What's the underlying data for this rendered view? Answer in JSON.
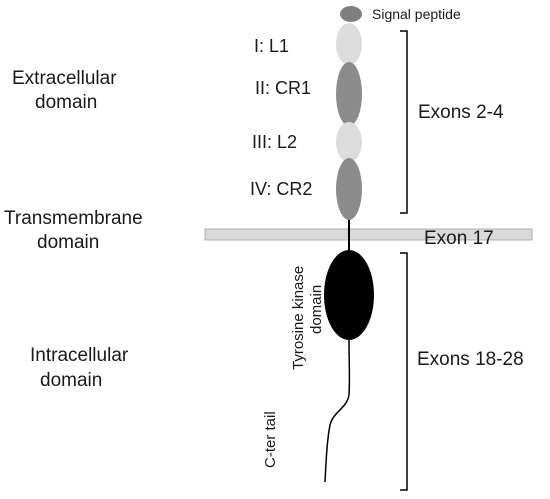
{
  "regions": {
    "extracellular_line1": "Extracellular",
    "extracellular_line2": "domain",
    "transmembrane_line1": "Transmembrane",
    "transmembrane_line2": "domain",
    "intracellular_line1": "Intracellular",
    "intracellular_line2": "domain"
  },
  "subdomains": {
    "signal_peptide": "Signal peptide",
    "l1": "I: L1",
    "cr1": "II: CR1",
    "l2": "III: L2",
    "cr2": "IV: CR2",
    "tk_line1": "Tyrosine kinase",
    "tk_line2": "domain",
    "ctail": "C-ter tail"
  },
  "exons": {
    "extracellular": "Exons 2-4",
    "transmembrane": "Exon 17",
    "intracellular": "Exons 18-28"
  },
  "colors": {
    "signal_peptide": "#7f7f7f",
    "light_domain": "#dcdcdc",
    "cysteine_rich": "#8c8c8c",
    "membrane": "#d9d9d9",
    "kinase": "#000000"
  }
}
